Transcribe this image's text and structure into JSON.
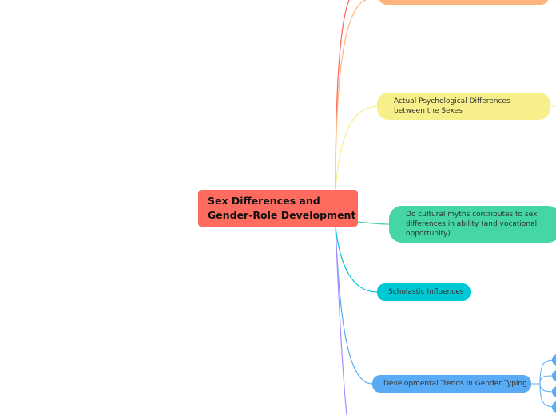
{
  "root": {
    "line1": "Sex Differences and",
    "line2": "Gender-Role Development",
    "color": "#ff6b5f"
  },
  "branches": [
    {
      "label": "",
      "color": "#ffb47d"
    },
    {
      "label": "Actual Psychological Differences between the Sexes",
      "color": "#f7f08a"
    },
    {
      "label": "Do cultural myths contributes to sex differences in ability (and vocational opportunity)",
      "color": "#44d6a4"
    },
    {
      "label": "Scholastic Influences",
      "color": "#00c8d4"
    },
    {
      "label": "Developmental Trends in Gender Typing",
      "color": "#5aabf5"
    }
  ]
}
